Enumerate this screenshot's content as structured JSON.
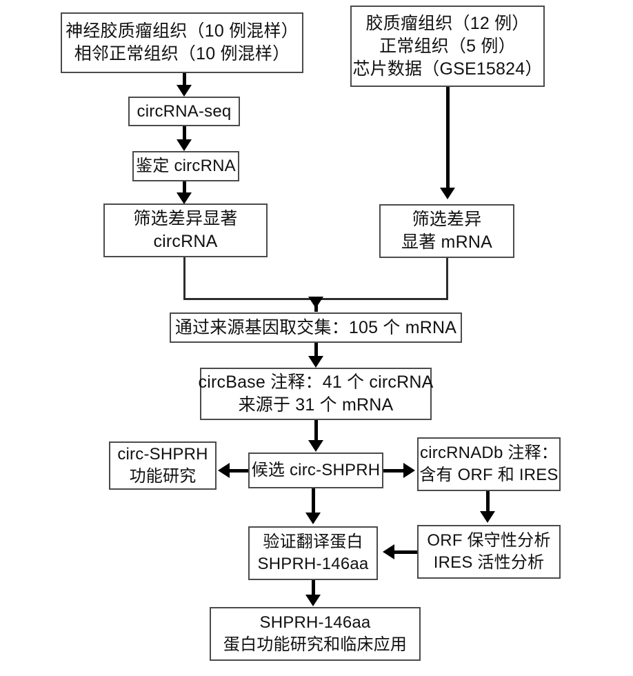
{
  "diagram": {
    "title": "circRNA 研究流程图",
    "background_color": "#ffffff",
    "box_border_color": "#4a4a4a",
    "arrow_color": "#000000",
    "text_color": "#111111",
    "nodes": [
      {
        "id": "source-glioma",
        "lines": [
          "神经胶质瘤组织（10 例混样）",
          "相邻正常组织（10 例混样）"
        ]
      },
      {
        "id": "source-chip",
        "lines": [
          "胶质瘤组织（12 例）",
          "正常组织（5 例）",
          "芯片数据（GSE15824）"
        ]
      },
      {
        "id": "circrna-seq",
        "lines": [
          "circRNA-seq"
        ]
      },
      {
        "id": "identify",
        "lines": [
          "鉴定 circRNA"
        ]
      },
      {
        "id": "screen-circrna",
        "lines": [
          "筛选差异显著",
          "circRNA"
        ]
      },
      {
        "id": "screen-mrna",
        "lines": [
          "筛选差异",
          "显著 mRNA"
        ]
      },
      {
        "id": "intersect",
        "lines": [
          "通过来源基因取交集：105 个 mRNA"
        ]
      },
      {
        "id": "circbase",
        "lines": [
          "circBase 注释：41 个 circRNA",
          "来源于 31 个 mRNA"
        ]
      },
      {
        "id": "func-study",
        "lines": [
          "circ-SHPRH",
          "功能研究"
        ]
      },
      {
        "id": "candidate",
        "lines": [
          "候选 circ-SHPRH"
        ]
      },
      {
        "id": "circrnadb",
        "lines": [
          "circRNADb 注释：",
          "含有 ORF 和 IRES"
        ]
      },
      {
        "id": "verify-protein",
        "lines": [
          "验证翻译蛋白",
          "SHPRH-146aa"
        ]
      },
      {
        "id": "orf-ires",
        "lines": [
          "ORF 保守性分析",
          "IRES 活性分析"
        ]
      },
      {
        "id": "final",
        "lines": [
          "SHPRH-146aa",
          "蛋白功能研究和临床应用"
        ]
      }
    ],
    "edges": [
      {
        "from": "source-glioma",
        "to": "circrna-seq",
        "direction": "down"
      },
      {
        "from": "source-chip",
        "to": "screen-mrna",
        "direction": "down"
      },
      {
        "from": "circrna-seq",
        "to": "identify",
        "direction": "down"
      },
      {
        "from": "identify",
        "to": "screen-circrna",
        "direction": "down"
      },
      {
        "from": "screen-circrna",
        "to": "intersect",
        "direction": "down-merge"
      },
      {
        "from": "screen-mrna",
        "to": "intersect",
        "direction": "down-merge"
      },
      {
        "from": "intersect",
        "to": "circbase",
        "direction": "down"
      },
      {
        "from": "circbase",
        "to": "candidate",
        "direction": "down"
      },
      {
        "from": "candidate",
        "to": "func-study",
        "direction": "left"
      },
      {
        "from": "candidate",
        "to": "circrnadb",
        "direction": "right"
      },
      {
        "from": "candidate",
        "to": "verify-protein",
        "direction": "down"
      },
      {
        "from": "circrnadb",
        "to": "orf-ires",
        "direction": "down"
      },
      {
        "from": "orf-ires",
        "to": "verify-protein",
        "direction": "left"
      },
      {
        "from": "verify-protein",
        "to": "final",
        "direction": "down"
      }
    ]
  }
}
